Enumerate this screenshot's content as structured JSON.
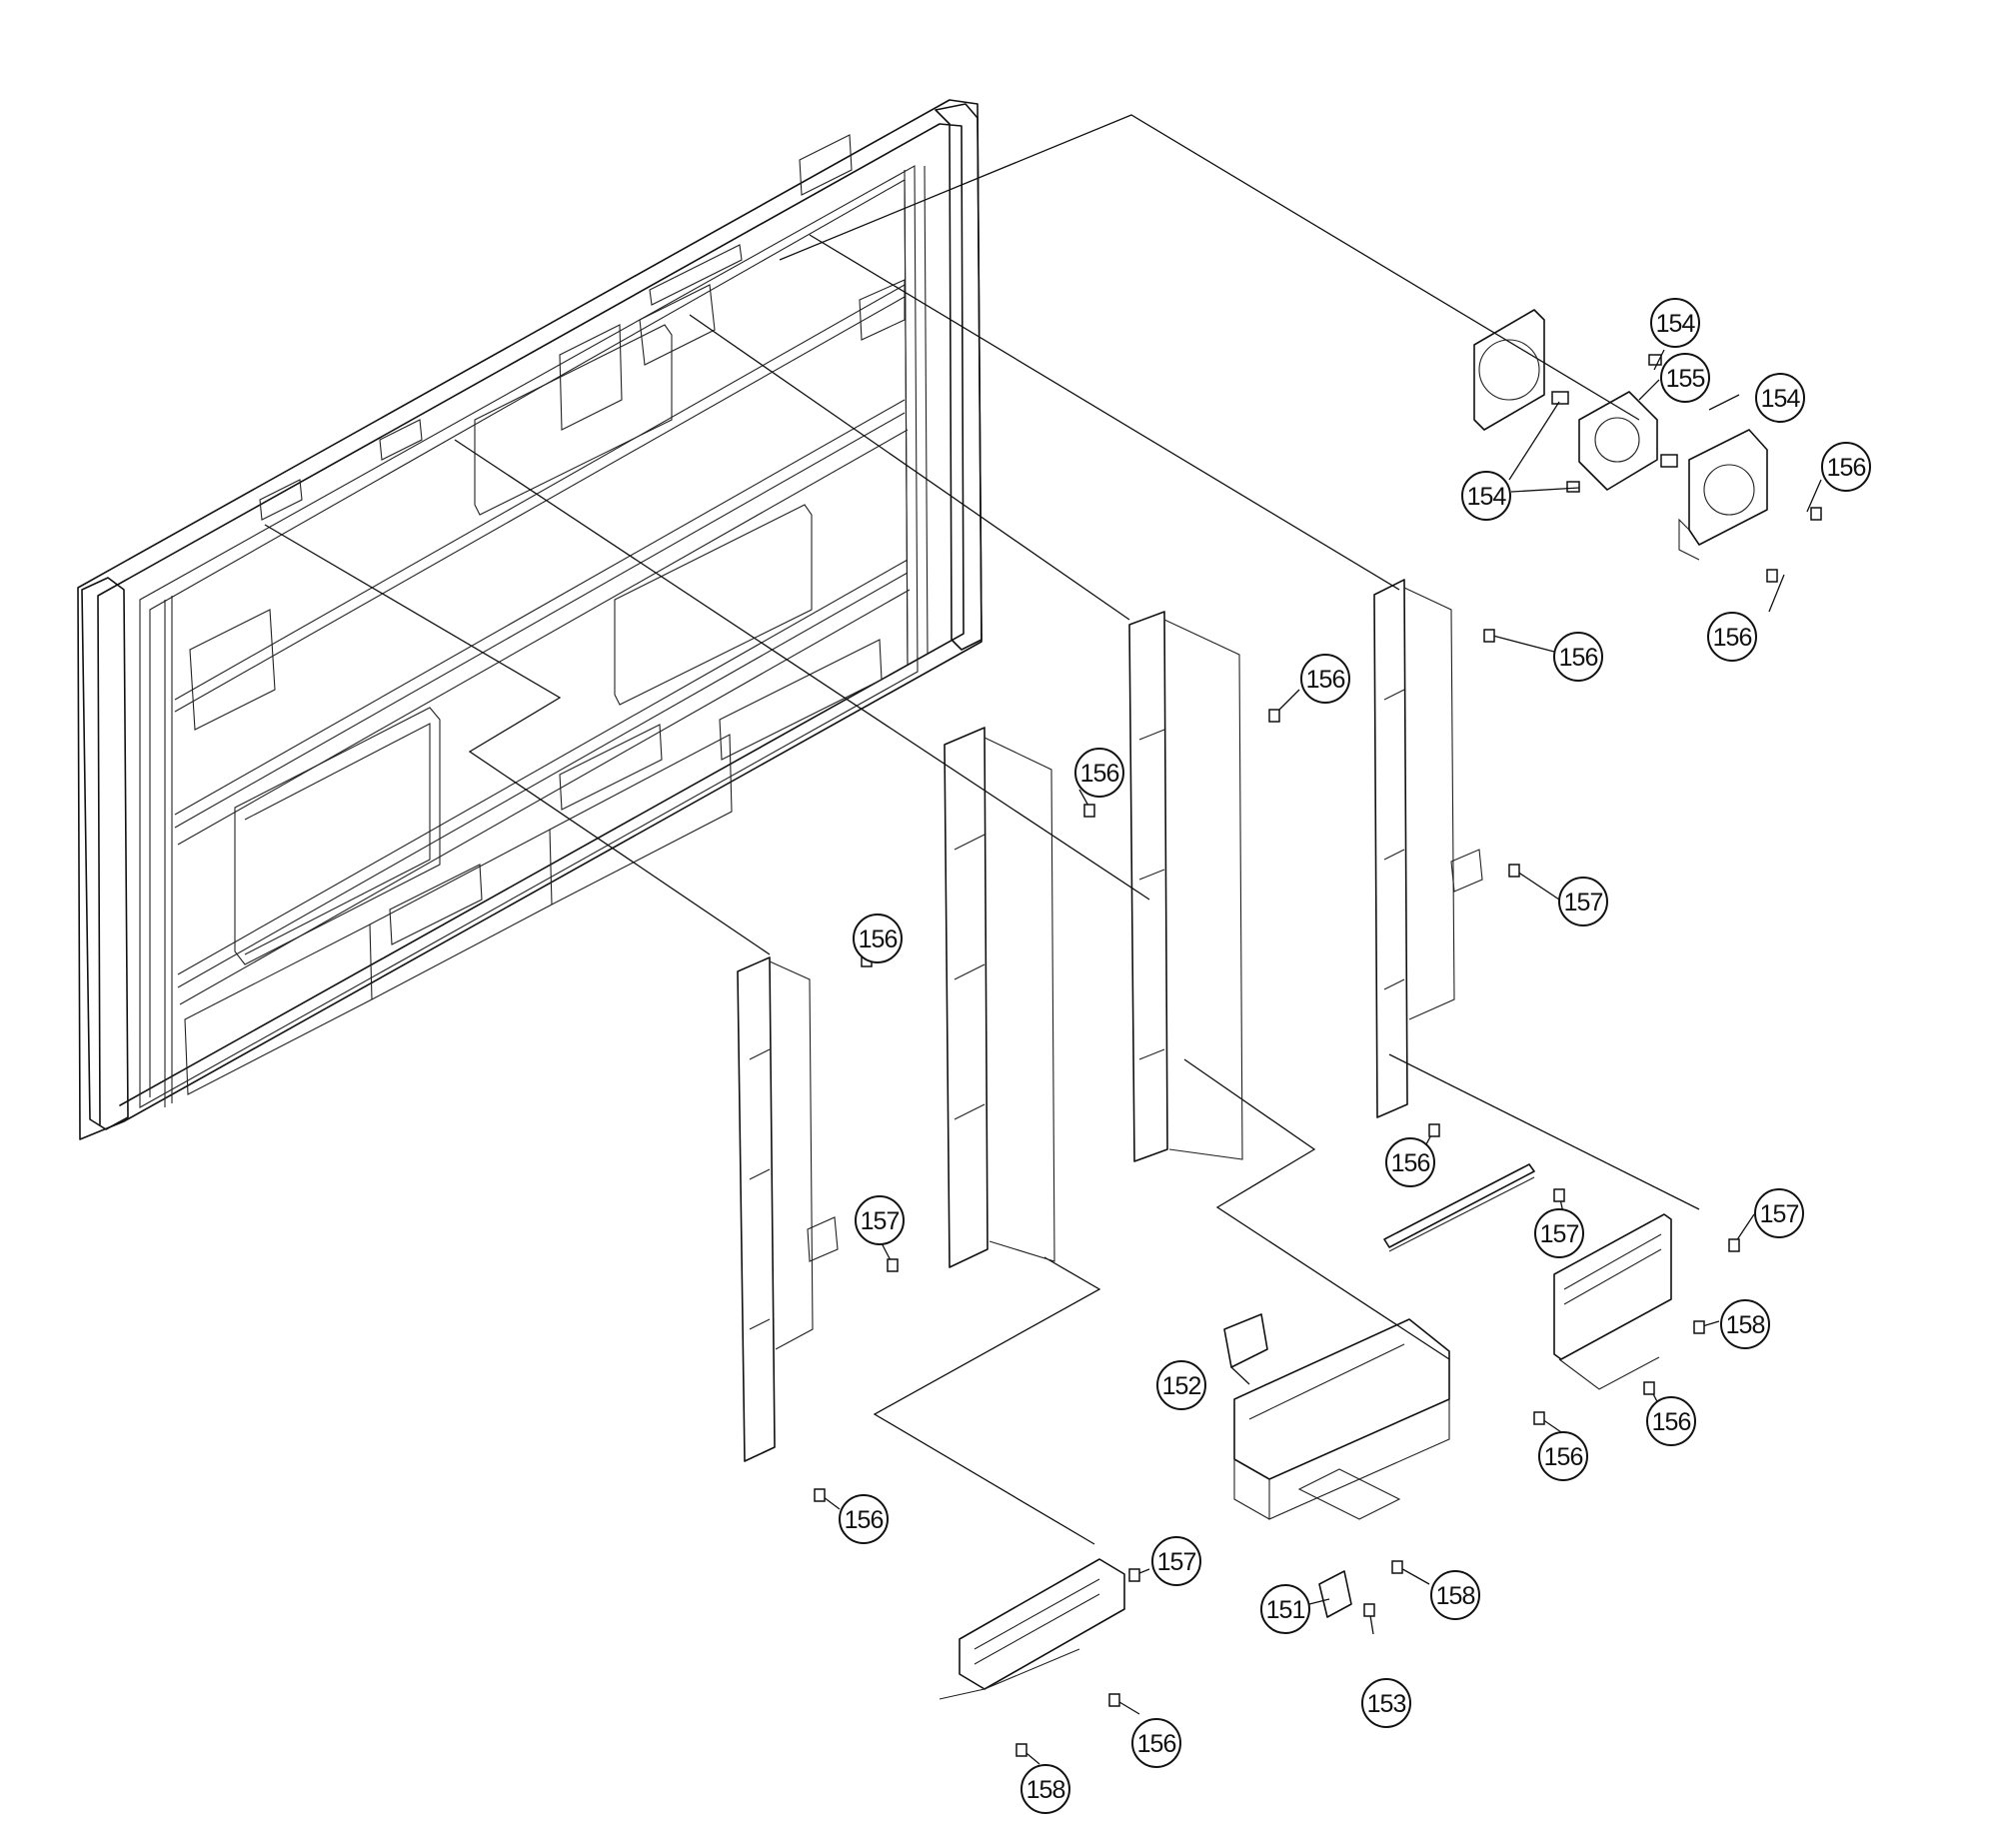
{
  "diagram": {
    "callouts": [
      {
        "id": "c154a",
        "label": "154"
      },
      {
        "id": "c155",
        "label": "155"
      },
      {
        "id": "c154b",
        "label": "154"
      },
      {
        "id": "c154c",
        "label": "154"
      },
      {
        "id": "c156a",
        "label": "156"
      },
      {
        "id": "c156b",
        "label": "156"
      },
      {
        "id": "c156c",
        "label": "156"
      },
      {
        "id": "c156d",
        "label": "156"
      },
      {
        "id": "c156e",
        "label": "156"
      },
      {
        "id": "c156f",
        "label": "156"
      },
      {
        "id": "c157a",
        "label": "157"
      },
      {
        "id": "c157b",
        "label": "157"
      },
      {
        "id": "c156g",
        "label": "156"
      },
      {
        "id": "c157c",
        "label": "157"
      },
      {
        "id": "c157d",
        "label": "157"
      },
      {
        "id": "c158a",
        "label": "158"
      },
      {
        "id": "c152",
        "label": "152"
      },
      {
        "id": "c156h",
        "label": "156"
      },
      {
        "id": "c156i",
        "label": "156"
      },
      {
        "id": "c156j",
        "label": "156"
      },
      {
        "id": "c157e",
        "label": "157"
      },
      {
        "id": "c158b",
        "label": "158"
      },
      {
        "id": "c151",
        "label": "151"
      },
      {
        "id": "c153",
        "label": "153"
      },
      {
        "id": "c156k",
        "label": "156"
      },
      {
        "id": "c158c",
        "label": "158"
      }
    ]
  }
}
